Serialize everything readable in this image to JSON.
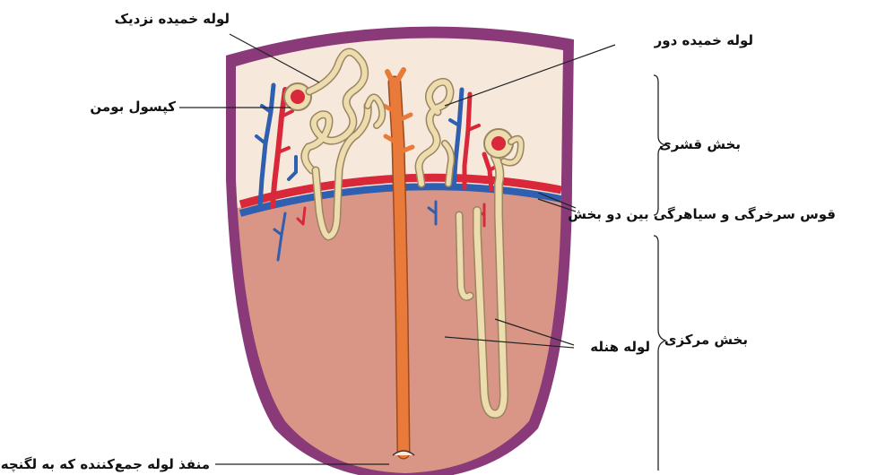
{
  "labels": {
    "proximal_tubule": "لوله خمیده نزدیک",
    "distal_tubule": "لوله خمیده دور",
    "bowman_capsule": "کپسول بومن",
    "cortex": "بخش قشری",
    "arcuate_vessels": "قوس سرخرگی و سیاهرگی بین دو بخش",
    "medulla": "بخش مرکزی",
    "loop_of_henle": "لوله هنله",
    "collecting_duct_opening": "منفذ لوله جمع‌کننده که به لگنچه می‌ریزد"
  },
  "colors": {
    "capsule_border": "#8a3a78",
    "cortex": "#f6e8da",
    "medulla": "#d99687",
    "artery": "#d8283a",
    "vein": "#2f5fb0",
    "collecting_duct": "#e97a3a",
    "nephron_tubule": "#eddcae",
    "tubule_outline": "#9a8560"
  }
}
